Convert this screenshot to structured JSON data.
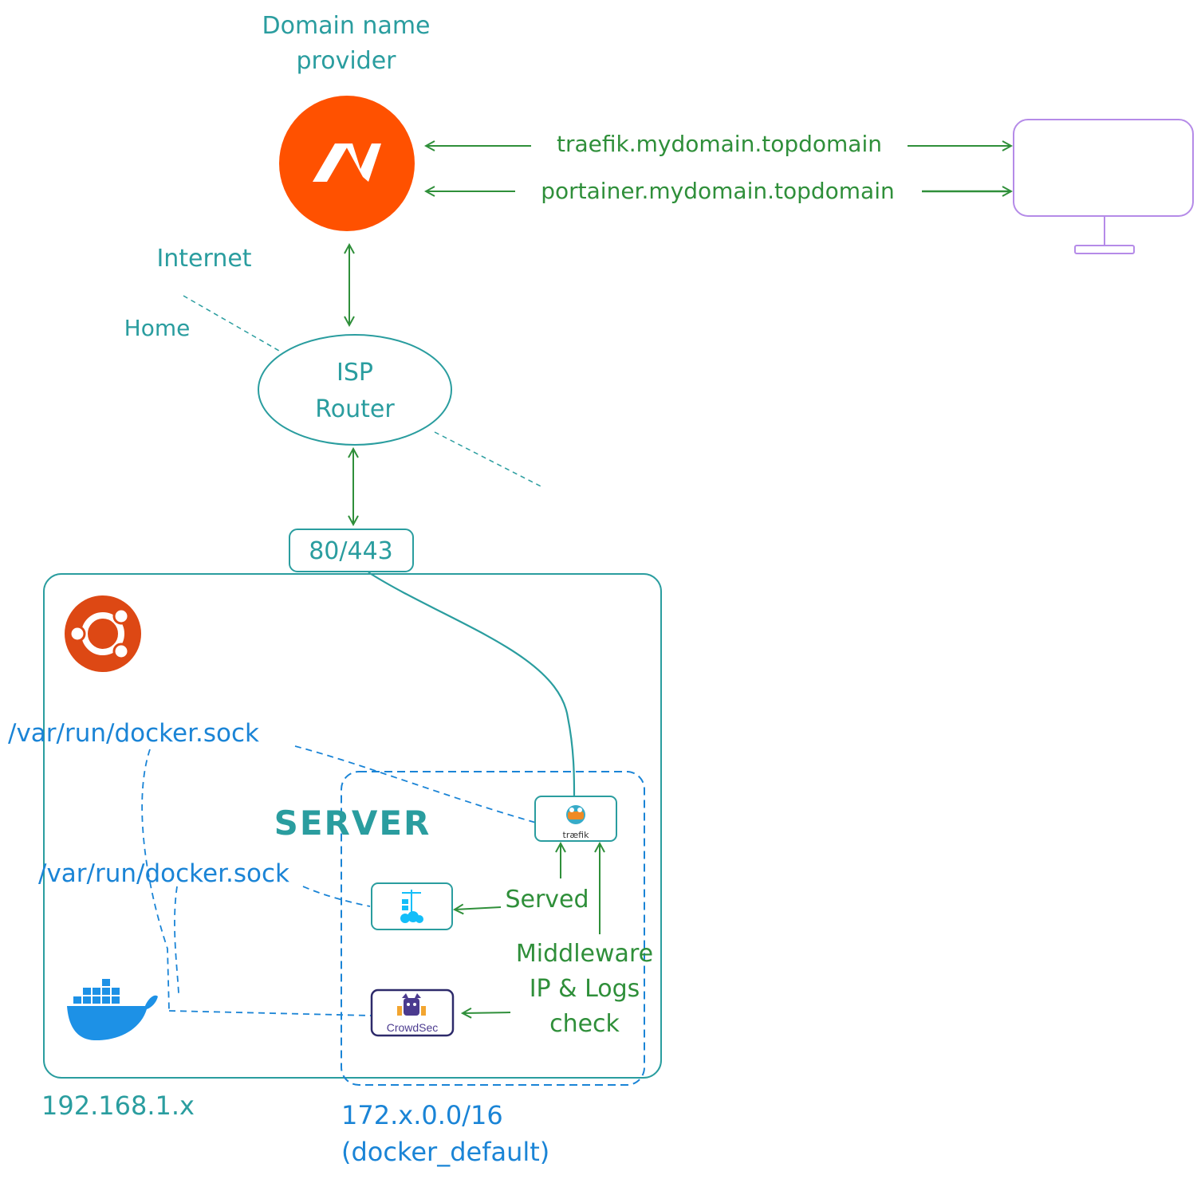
{
  "labels": {
    "domain_provider_line1": "Domain name",
    "domain_provider_line2": "provider",
    "internet": "Internet",
    "home": "Home",
    "isp_line1": "ISP",
    "isp_line2": "Router",
    "ports": "80/443",
    "server": "SERVER",
    "sock_top": "/var/run/docker.sock",
    "sock_mid": "/var/run/docker.sock",
    "served": "Served",
    "middleware_line1": "Middleware",
    "middleware_line2": "IP & Logs",
    "middleware_line3": "check",
    "host_subnet": "192.168.1.x",
    "docker_subnet_line1": "172.x.0.0/16",
    "docker_subnet_line2": "(docker_default)",
    "traefik_logo_text": "træfik",
    "crowdsec_logo_text": "CrowdSec"
  },
  "domains": [
    "traefik.mydomain.topdomain",
    "portainer.mydomain.topdomain"
  ],
  "colors": {
    "teal": "#2a9d9f",
    "green": "#2f8f3a",
    "blue": "#1a84d6",
    "namecheap_orange": "#ff5100",
    "ubuntu_orange": "#dd4814",
    "docker_blue": "#1d91e6",
    "monitor_purple": "#b58be8",
    "crowdsec_purple": "#4b3b8f"
  },
  "icons": [
    "namecheap-logo-icon",
    "monitor-icon",
    "ubuntu-logo-icon",
    "docker-logo-icon",
    "traefik-logo-icon",
    "portainer-logo-icon",
    "crowdsec-logo-icon"
  ]
}
